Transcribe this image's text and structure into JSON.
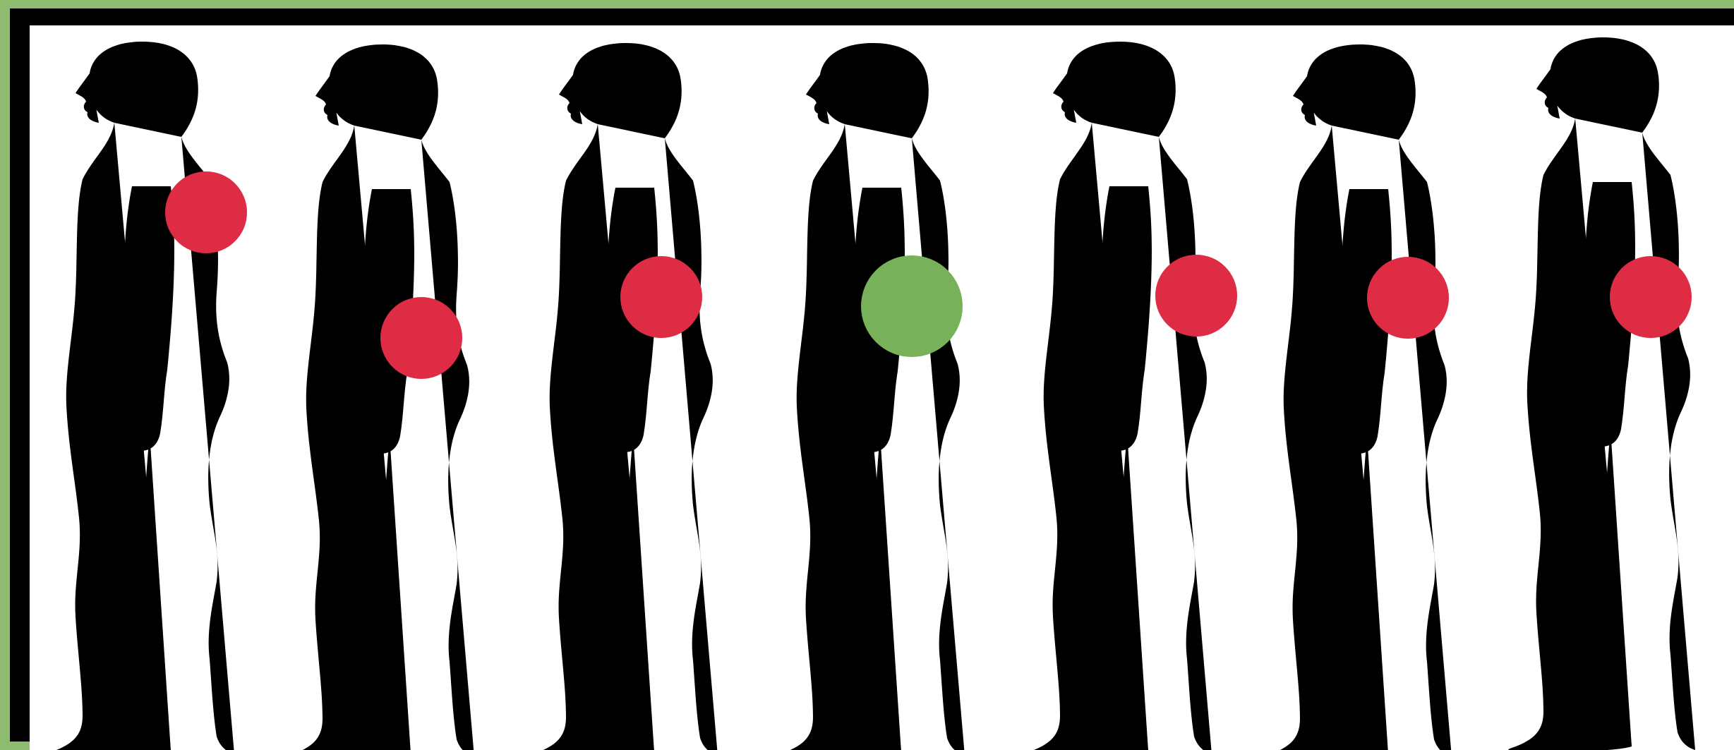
{
  "colors": {
    "incorrect_marker": "#dd2c44",
    "correct_marker": "#77b15a",
    "outline": "#6a6a6a",
    "border": "#8dbb6f"
  },
  "figures": [
    {
      "id": "posture-1",
      "marker": "incorrect_marker"
    },
    {
      "id": "posture-2",
      "marker": "incorrect_marker"
    },
    {
      "id": "posture-3",
      "marker": "incorrect_marker"
    },
    {
      "id": "posture-4",
      "marker": "correct_marker"
    },
    {
      "id": "posture-5",
      "marker": "incorrect_marker"
    },
    {
      "id": "posture-6",
      "marker": "incorrect_marker"
    },
    {
      "id": "posture-7",
      "marker": "incorrect_marker"
    }
  ]
}
